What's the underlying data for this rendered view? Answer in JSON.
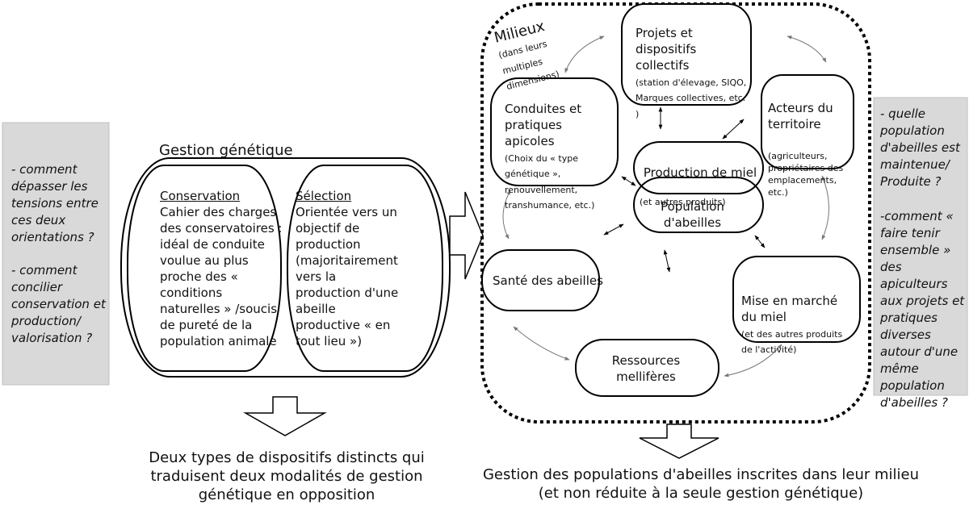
{
  "left_note": {
    "q1": "- comment dépasser les tensions entre ces deux orientations ?",
    "q2": "- comment concilier conservation et production/ valorisation ?"
  },
  "right_note": {
    "q1": "- quelle population d'abeilles est maintenue/ Produite ?",
    "q2": "-comment « faire tenir ensemble » des apiculteurs aux projets et pratiques diverses autour d'une même population d'abeilles ?"
  },
  "gestion": {
    "title": "Gestion génétique",
    "conservation_title": "Conservation",
    "conservation_text": "Cahier des charges des conservatoires : idéal de conduite voulue au plus proche des « conditions naturelles » /soucis de pureté de la population animale",
    "selection_title": "Sélection",
    "selection_text": "Orientée vers un objectif de production (majoritairement vers la production d'une abeille productive « en tout lieu »)"
  },
  "bottom_left": "Deux types de dispositifs distincts qui traduisent deux modalités de gestion génétique en opposition",
  "bottom_right": "Gestion des populations d'abeilles inscrites dans leur milieu\n(et non réduite à la seule gestion génétique)",
  "milieux": {
    "title": "Milieux",
    "sub": "(dans leurs multiples dimensions)"
  },
  "nodes": {
    "projets": {
      "main": "Projets et dispositifs collectifs",
      "detail": "(station d'élevage, SIQO, Marques collectives, etc. )"
    },
    "acteurs": {
      "main": "Acteurs du territoire",
      "detail": "(agriculteurs, propriétaires des emplacements, etc.)"
    },
    "conduites": {
      "main": "Conduites et pratiques apicoles",
      "detail": "(Choix du « type génétique », renouvellement, transhumance, etc.)"
    },
    "production": {
      "main": "Production de miel",
      "detail": "(et autres produits)"
    },
    "population": {
      "main": "Population d'abeilles"
    },
    "sante": {
      "main": "Santé des abeilles"
    },
    "marche": {
      "main": "Mise en marché du miel",
      "detail": "(et des autres produits de l'activité)"
    },
    "ressources": {
      "main": "Ressources mellifères"
    }
  }
}
